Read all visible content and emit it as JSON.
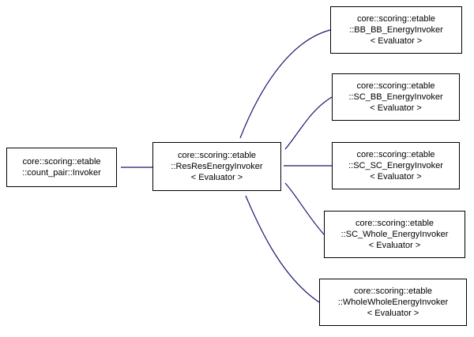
{
  "diagram": {
    "type": "class-inheritance-graph",
    "arrow_direction": "derived-to-base",
    "colors": {
      "arrow": "#191970",
      "node_border": "#000000",
      "node_fill": "#ffffff",
      "text": "#000000"
    },
    "nodes": [
      {
        "id": "count_pair_invoker",
        "lines": [
          "core::scoring::etable",
          "::count_pair::Invoker"
        ]
      },
      {
        "id": "resres",
        "lines": [
          "core::scoring::etable",
          "::ResResEnergyInvoker",
          "< Evaluator >"
        ]
      },
      {
        "id": "bb_bb",
        "lines": [
          "core::scoring::etable",
          "::BB_BB_EnergyInvoker",
          "< Evaluator >"
        ]
      },
      {
        "id": "sc_bb",
        "lines": [
          "core::scoring::etable",
          "::SC_BB_EnergyInvoker",
          "< Evaluator >"
        ]
      },
      {
        "id": "sc_sc",
        "lines": [
          "core::scoring::etable",
          "::SC_SC_EnergyInvoker",
          "< Evaluator >"
        ]
      },
      {
        "id": "sc_whole",
        "lines": [
          "core::scoring::etable",
          "::SC_Whole_EnergyInvoker",
          "< Evaluator >"
        ]
      },
      {
        "id": "whole_whole",
        "lines": [
          "core::scoring::etable",
          "::WholeWholeEnergyInvoker",
          "< Evaluator >"
        ]
      }
    ],
    "edges": [
      {
        "from": "resres",
        "to": "count_pair_invoker"
      },
      {
        "from": "bb_bb",
        "to": "resres"
      },
      {
        "from": "sc_bb",
        "to": "resres"
      },
      {
        "from": "sc_sc",
        "to": "resres"
      },
      {
        "from": "sc_whole",
        "to": "resres"
      },
      {
        "from": "whole_whole",
        "to": "resres"
      }
    ]
  }
}
